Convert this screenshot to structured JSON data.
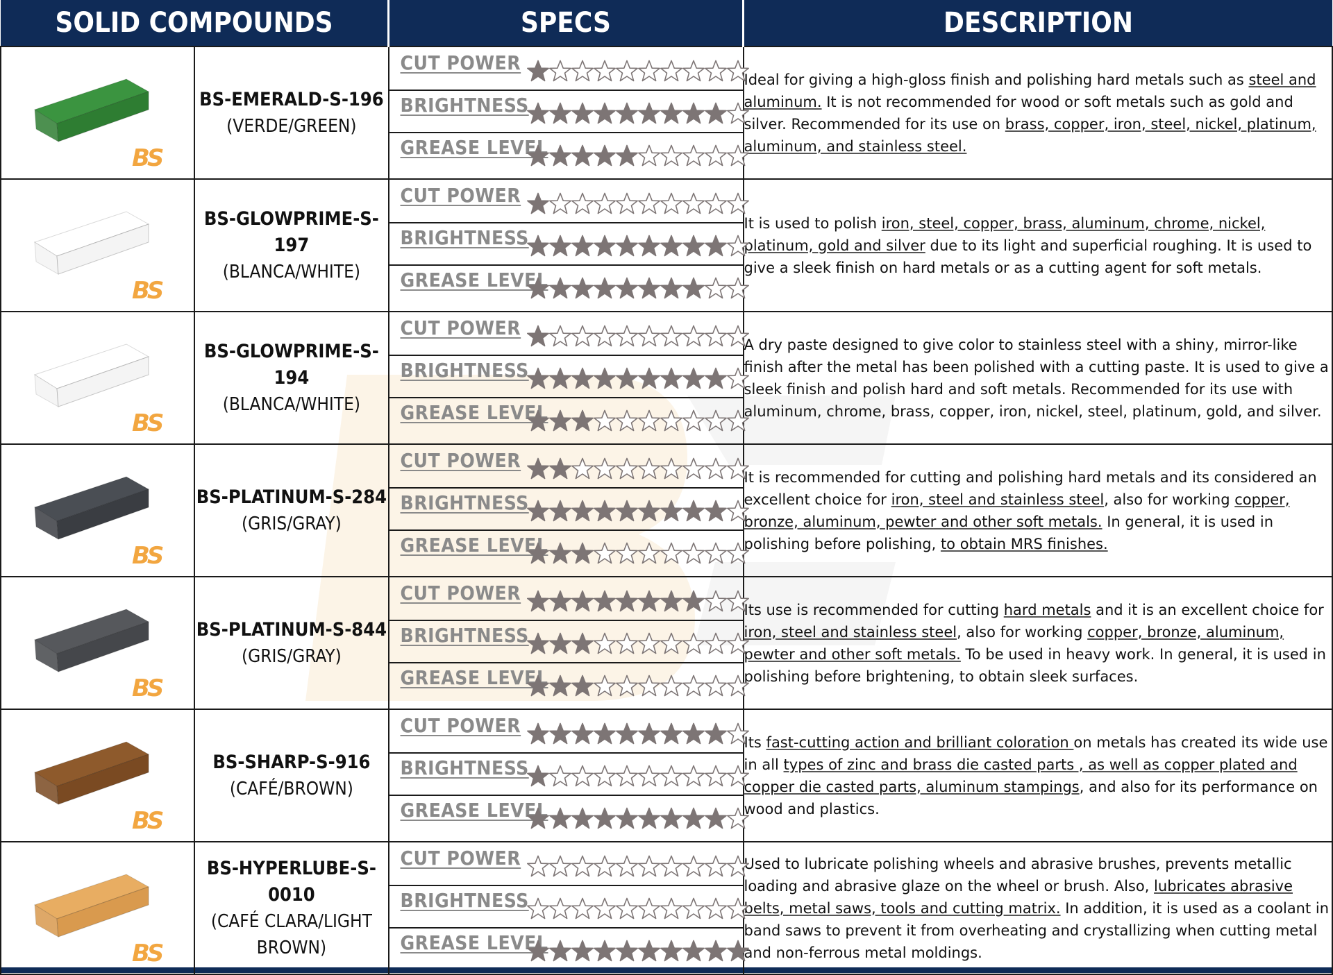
{
  "header": {
    "col1": "SOLID COMPOUNDS",
    "col2": "SPECS",
    "col3": "DESCRIPTION"
  },
  "spec_labels": [
    "CUT POWER",
    "BRIGHTNESS",
    "GREASE LEVEL"
  ],
  "brand_mark": "BS",
  "colors": {
    "header_bg": "#0f2b57",
    "star_fill": "#7d7575",
    "label_gray": "#8a8a8a",
    "logo_orange": "#f2a640"
  },
  "products": [
    {
      "code": "BS-EMERALD-S-196",
      "color_name": "(VERDE/GREEN)",
      "bar_color": "#2e7d32",
      "bar_top": "#3b9440",
      "ratings": {
        "cut_power": 1,
        "brightness": 9,
        "grease_level": 5
      },
      "description": [
        {
          "t": "Ideal for giving a high-gloss finish and polishing hard metals such as ",
          "u": false
        },
        {
          "t": "steel and aluminum.",
          "u": true
        },
        {
          "t": " It is not recommended for wood or soft metals such as gold and silver. Recommended for its use on ",
          "u": false
        },
        {
          "t": "brass, copper, iron, steel, nickel, platinum, aluminum, and stainless steel.",
          "u": true
        }
      ]
    },
    {
      "code": "BS-GLOWPRIME-S-197",
      "color_name": "(BLANCA/WHITE)",
      "bar_color": "#f4f4f4",
      "bar_top": "#ffffff",
      "ratings": {
        "cut_power": 1,
        "brightness": 9,
        "grease_level": 8
      },
      "description": [
        {
          "t": "It is used to polish ",
          "u": false
        },
        {
          "t": "iron, steel, copper, brass, aluminum, chrome, nickel, platinum, gold and silver",
          "u": true
        },
        {
          "t": " due to its light and superficial roughing. It is used to give a sleek finish on hard metals or as a cutting agent for soft metals.",
          "u": false
        }
      ]
    },
    {
      "code": "BS-GLOWPRIME-S-194",
      "color_name": "(BLANCA/WHITE)",
      "bar_color": "#f4f4f4",
      "bar_top": "#ffffff",
      "ratings": {
        "cut_power": 1,
        "brightness": 9,
        "grease_level": 3
      },
      "description": [
        {
          "t": "A dry paste designed to give color to stainless steel with a shiny, mirror-like finish after the metal has been polished with a cutting paste. It is used to give a sleek finish and polish hard and soft metals. Recommended for its use with aluminum, chrome, brass, copper, iron, nickel, steel, platinum, gold, and silver.",
          "u": false
        }
      ]
    },
    {
      "code": "BS-PLATINUM-S-284",
      "color_name": "(GRIS/GRAY)",
      "bar_color": "#3a3d42",
      "bar_top": "#4a4e54",
      "ratings": {
        "cut_power": 2,
        "brightness": 9,
        "grease_level": 3
      },
      "description": [
        {
          "t": "It is recommended for cutting and polishing hard metals and its considered an excellent choice for ",
          "u": false
        },
        {
          "t": "iron, steel and stainless steel",
          "u": true
        },
        {
          "t": ", also for working ",
          "u": false
        },
        {
          "t": "copper, bronze, aluminum, pewter and other soft metals.",
          "u": true
        },
        {
          "t": " In general, it is used in polishing before polishing, ",
          "u": false
        },
        {
          "t": "to obtain MRS finishes.",
          "u": true
        }
      ]
    },
    {
      "code": "BS-PLATINUM-S-844",
      "color_name": "(GRIS/GRAY)",
      "bar_color": "#45474b",
      "bar_top": "#56585c",
      "ratings": {
        "cut_power": 8,
        "brightness": 3,
        "grease_level": 3
      },
      "description": [
        {
          "t": "Its use is recommended for cutting ",
          "u": false
        },
        {
          "t": "hard metals",
          "u": true
        },
        {
          "t": " and it is an excellent choice for ",
          "u": false
        },
        {
          "t": "iron, steel and stainless steel",
          "u": true
        },
        {
          "t": ", also for working ",
          "u": false
        },
        {
          "t": "copper, bronze, aluminum, pewter and other soft metals.",
          "u": true
        },
        {
          "t": " To be used in heavy work. In general, it is used in polishing before brightening, to obtain sleek surfaces.",
          "u": false
        }
      ]
    },
    {
      "code": "BS-SHARP-S-916",
      "color_name": "(CAFÉ/BROWN)",
      "bar_color": "#7a4a22",
      "bar_top": "#8e5a2c",
      "ratings": {
        "cut_power": 9,
        "brightness": 1,
        "grease_level": 9
      },
      "description": [
        {
          "t": "Its ",
          "u": false
        },
        {
          "t": "fast-cutting action and brilliant coloration ",
          "u": true
        },
        {
          "t": "on metals has created its wide use in all ",
          "u": false
        },
        {
          "t": "types of zinc and brass die casted parts , as well as copper plated and copper die casted parts, aluminum stampings",
          "u": true
        },
        {
          "t": ", and also for its performance on wood and plastics.",
          "u": false
        }
      ]
    },
    {
      "code": "BS-HYPERLUBE-S-0010",
      "color_name": "(CAFÉ CLARA/LIGHT BROWN)",
      "bar_color": "#d99a4e",
      "bar_top": "#e8ad62",
      "ratings": {
        "cut_power": 0,
        "brightness": 0,
        "grease_level": 10
      },
      "description": [
        {
          "t": "Used to lubricate polishing wheels and abrasive brushes, prevents metallic loading and abrasive glaze on the wheel or brush. Also, ",
          "u": false
        },
        {
          "t": "lubricates abrasive belts, metal saws, tools and cutting matrix.",
          "u": true
        },
        {
          "t": " In addition, it is used as a coolant in band saws to prevent it from overheating and crystallizing when cutting metal and non-ferrous metal moldings.",
          "u": false
        }
      ]
    }
  ]
}
